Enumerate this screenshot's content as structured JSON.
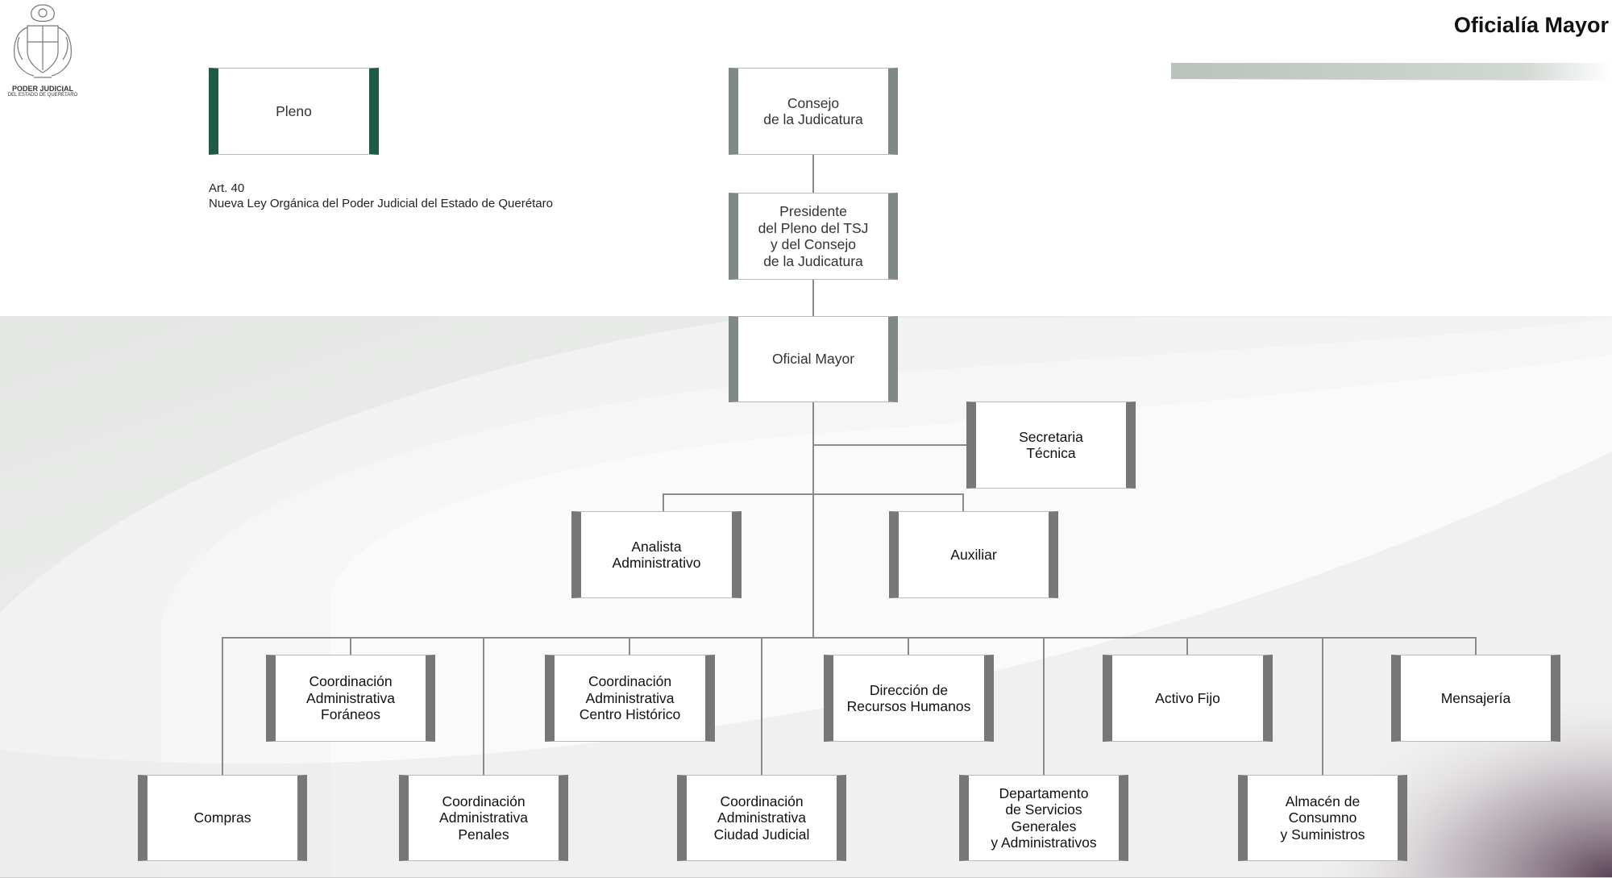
{
  "header": {
    "title": "Oficialía Mayor",
    "logo": {
      "icon": "coat-of-arms-icon",
      "line1": "PODER JUDICIAL",
      "line2": "DEL ESTADO DE QUERÉTARO"
    }
  },
  "note": {
    "line1": "Art. 40",
    "line2": "Nueva Ley Orgánica del Poder Judicial del Estado de Querétaro"
  },
  "boxes": {
    "pleno": "Pleno",
    "consejo": "Consejo\nde la Judicatura",
    "presidente": "Presidente\ndel Pleno del TSJ\ny del Consejo\nde la Judicatura",
    "oficial_mayor": "Oficial Mayor",
    "secretaria": "Secretaria\nTécnica",
    "analista": "Analista\nAdministrativo",
    "auxiliar": "Auxiliar",
    "coord_foraneos": "Coordinación\nAdministrativa\nForáneos",
    "coord_centro": "Coordinación\nAdministrativa\nCentro Histórico",
    "rrhh": "Dirección de\nRecursos Humanos",
    "activo_fijo": "Activo Fijo",
    "mensajeria": "Mensajería",
    "compras": "Compras",
    "coord_penales": "Coordinación\nAdministrativa\nPenales",
    "coord_ciudad": "Coordinación\nAdministrativa\nCiudad Judicial",
    "servicios": "Departamento\nde Servicios\nGenerales\ny Administrativos",
    "almacen": "Almacén de\nConsumno\ny Suministros"
  },
  "colors": {
    "accent_green": "#1e5b45",
    "box_border_gray": "#777777",
    "connector": "#8a8a8a"
  }
}
